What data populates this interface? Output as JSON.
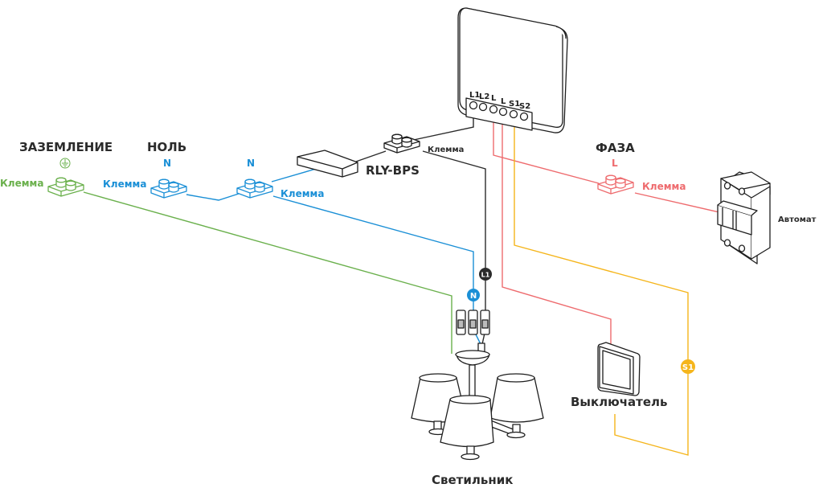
{
  "colors": {
    "ground": "#6ab04c",
    "neutral": "#1a8fd6",
    "phase": "#ee6b6e",
    "switch_line": "#f5b51b",
    "line_l1": "#2b2b2b",
    "outline": "#1e1e1e"
  },
  "relay": {
    "name": "relay-module",
    "terminals": [
      "L1",
      "L2",
      "L",
      "L",
      "S1",
      "S2"
    ]
  },
  "groups": {
    "ground": {
      "title": "ЗАЗЕМЛЕНИЕ",
      "symbol": "ground-symbol-icon",
      "terminal_label": "Клемма"
    },
    "neutral": {
      "title": "НОЛЬ",
      "symbol": "N",
      "terminal_label": "Клемма"
    },
    "neutral2": {
      "symbol": "N",
      "terminal_label": "Клемма"
    },
    "phase": {
      "title": "ФАЗА",
      "symbol": "L",
      "terminal_label": "Клемма"
    }
  },
  "bypass": {
    "label": "RLY-BPS"
  },
  "l1_terminal": {
    "label": "Клемма"
  },
  "markers": {
    "l1": "L1",
    "n": "N",
    "s1": "S1"
  },
  "devices": {
    "breaker": "Автомат",
    "switch": "Выключатель",
    "lamp": "Светильник"
  }
}
